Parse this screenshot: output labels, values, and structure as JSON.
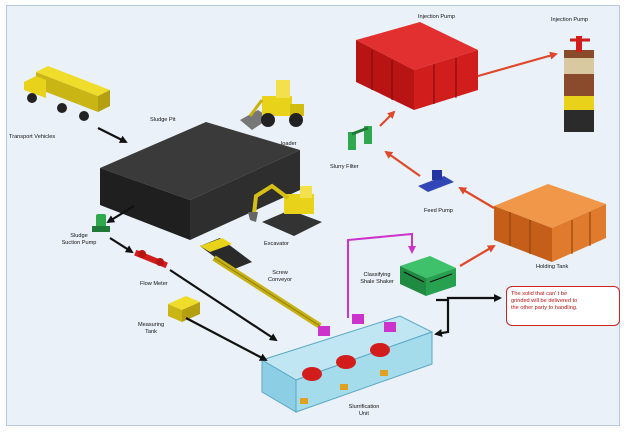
{
  "labels": {
    "transport_vehicles": "Transport Vehicles",
    "sludge_pit": "Sludge Pit",
    "loader": "loader",
    "slurry_filter": "Slurry Filter",
    "injection_pump_skid": "Injection Pump",
    "injection_pump_unit": "Injection Pump",
    "sludge_suction_pump_1": "Sludge",
    "sludge_suction_pump_2": "Suction Pump",
    "excavator": "Excavator",
    "feed_pump": "Feed Pump",
    "flow_meter": "Flow Meter",
    "screw_conveyor_1": "Screw",
    "screw_conveyor_2": "Conveyor",
    "classifying_shale_shaker_1": "Classifying",
    "classifying_shale_shaker_2": "Shale Shaker",
    "holding_tank": "Holding Tank",
    "measuring_tank_1": "Measuring",
    "measuring_tank_2": "Tank",
    "slurrification_unit_1": "Slurrification",
    "slurrification_unit_2": "Unit"
  },
  "note": {
    "line1": "The solid that can’ t be",
    "line2": "grinded will be delivered to",
    "line3": "the other party to handling."
  },
  "colors": {
    "panel": "#eaf1f8",
    "arrow_black": "#111111",
    "arrow_red": "#e0482a",
    "arrow_magenta": "#cc33cc",
    "pit": "#2b2b2b",
    "red_equipment": "#d21d1d",
    "orange_tank": "#e07a2c",
    "green_pump": "#2fa84f",
    "yellow_machine": "#e9d21a",
    "blue_pump": "#3346b8",
    "slurrification_frame": "#9fd8ea"
  }
}
